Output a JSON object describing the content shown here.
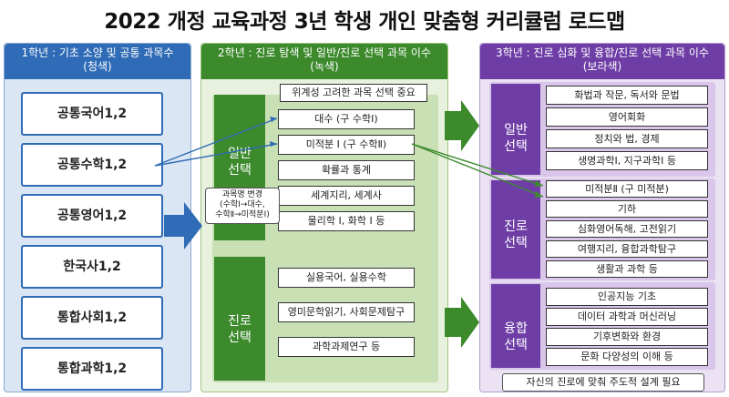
{
  "title": "2022 개정 교육과정 3년 학생 개인 맞춤형 커리큘럼 로드맵",
  "col1": {
    "header_line1": "1학년 : 기초 소양 및 공통 과목수",
    "header_line2": "(청색)",
    "subjects": [
      "공통국어1,2",
      "공통수학1,2",
      "공통영어1,2",
      "한국사1,2",
      "통합사회1,2",
      "통합과학1,2"
    ]
  },
  "col2": {
    "header_line1": "2학년 : 진로 탐색 및 일반/진로 선택 과목 이수",
    "header_line2": "(녹색)",
    "top_note": "위계성 고려한 과목 선택 중요",
    "general_label": "일반\n선택",
    "general_subjects": [
      "대수 (구 수학Ⅰ)",
      "미적분 Ⅰ (구 수학Ⅱ)",
      "확률과 통계",
      "세계지리, 세계사",
      "물리학 Ⅰ, 화학 Ⅰ 등"
    ],
    "rename_note": [
      "과목명 변경",
      "(수학Ⅰ→대수,",
      "수학Ⅱ→미적분Ⅰ)"
    ],
    "career_label": "진로\n선택",
    "career_subjects": [
      "실용국어, 실용수학",
      "영미문학읽기, 사회문제탐구",
      "과학과제연구 등"
    ]
  },
  "col3": {
    "header_line1": "3학년 : 진로 심화 및 융합/진로 선택 과목 이수",
    "header_line2": "(보라색)",
    "general_label": "일반\n선택",
    "general_subjects": [
      "화법과 작문, 독서와 문법",
      "영어회화",
      "정치와 법, 경제",
      "생명과학Ⅰ, 지구과학Ⅰ 등"
    ],
    "career_label": "진로\n선택",
    "career_subjects": [
      "미적분Ⅱ (구 미적분)",
      "기하",
      "심화영어독해, 고전읽기",
      "여행지리, 융합과학탐구",
      "생활과 과학 등"
    ],
    "fusion_label": "융합\n선택",
    "fusion_subjects": [
      "인공지능 기초",
      "데이터 과학과 머신러닝",
      "기후변화와 환경",
      "문화 다양성의 이해 등"
    ],
    "bottom_note": "자신의 진로에 맞춰 주도적 설계 필요"
  },
  "colors": {
    "blue": "#2f6bb6",
    "green": "#3c8a2c",
    "purple": "#6e3ea6"
  }
}
